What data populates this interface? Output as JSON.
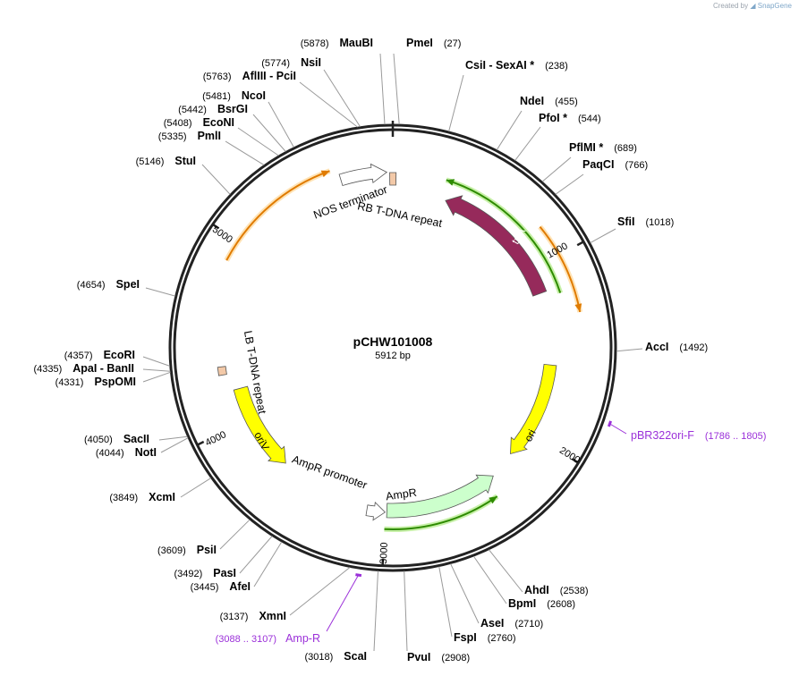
{
  "credit": {
    "prefix": "Created by",
    "brand": "SnapGene"
  },
  "plasmid": {
    "name": "pCHW101008",
    "size_label": "5912 bp",
    "length": 5912
  },
  "ticks": [
    {
      "pos": 1000,
      "label": "1000"
    },
    {
      "pos": 2000,
      "label": "2000"
    },
    {
      "pos": 3000,
      "label": "3000"
    },
    {
      "pos": 4000,
      "label": "4000"
    },
    {
      "pos": 5000,
      "label": "5000"
    }
  ],
  "sites": [
    {
      "name": "MauBI",
      "pos_label": "(5878)",
      "pos": 5878,
      "side": "left",
      "pos_first": true
    },
    {
      "name": "PmeI",
      "pos_label": "(27)",
      "pos": 27,
      "side": "right"
    },
    {
      "name": "CsiI  - SexAI *",
      "pos_label": "(238)",
      "pos": 238,
      "side": "right"
    },
    {
      "name": "NdeI",
      "pos_label": "(455)",
      "pos": 455,
      "side": "right"
    },
    {
      "name": "PfoI *",
      "pos_label": "(544)",
      "pos": 544,
      "side": "right"
    },
    {
      "name": "PflMI *",
      "pos_label": "(689)",
      "pos": 689,
      "side": "right"
    },
    {
      "name": "PaqCI",
      "pos_label": "(766)",
      "pos": 766,
      "side": "right"
    },
    {
      "name": "SfiI",
      "pos_label": "(1018)",
      "pos": 1018,
      "side": "right"
    },
    {
      "name": "AccI",
      "pos_label": "(1492)",
      "pos": 1492,
      "side": "right"
    },
    {
      "name": "AhdI",
      "pos_label": "(2538)",
      "pos": 2538,
      "side": "right"
    },
    {
      "name": "BpmI",
      "pos_label": "(2608)",
      "pos": 2608,
      "side": "right"
    },
    {
      "name": "AseI",
      "pos_label": "(2710)",
      "pos": 2710,
      "side": "right"
    },
    {
      "name": "FspI",
      "pos_label": "(2760)",
      "pos": 2760,
      "side": "right"
    },
    {
      "name": "PvuI",
      "pos_label": "(2908)",
      "pos": 2908,
      "side": "right"
    },
    {
      "name": "ScaI",
      "pos_label": "(3018)",
      "pos": 3018,
      "side": "left"
    },
    {
      "name": "XmnI",
      "pos_label": "(3137)",
      "pos": 3137,
      "side": "left"
    },
    {
      "name": "AfeI",
      "pos_label": "(3445)",
      "pos": 3445,
      "side": "left"
    },
    {
      "name": "PasI",
      "pos_label": "(3492)",
      "pos": 3492,
      "side": "left"
    },
    {
      "name": "PsiI",
      "pos_label": "(3609)",
      "pos": 3609,
      "side": "left"
    },
    {
      "name": "XcmI",
      "pos_label": "(3849)",
      "pos": 3849,
      "side": "left"
    },
    {
      "name": "NotI",
      "pos_label": "(4044)",
      "pos": 4044,
      "side": "left"
    },
    {
      "name": "SacII",
      "pos_label": "(4050)",
      "pos": 4050,
      "side": "left"
    },
    {
      "name": "PspOMI",
      "pos_label": "(4331)",
      "pos": 4331,
      "side": "left"
    },
    {
      "name": "ApaI  - BanII",
      "pos_label": "(4335)",
      "pos": 4335,
      "side": "left"
    },
    {
      "name": "EcoRI",
      "pos_label": "(4357)",
      "pos": 4357,
      "side": "left"
    },
    {
      "name": "SpeI",
      "pos_label": "(4654)",
      "pos": 4654,
      "side": "left"
    },
    {
      "name": "StuI",
      "pos_label": "(5146)",
      "pos": 5146,
      "side": "left"
    },
    {
      "name": "PmlI",
      "pos_label": "(5335)",
      "pos": 5335,
      "side": "left"
    },
    {
      "name": "EcoNI",
      "pos_label": "(5408)",
      "pos": 5408,
      "side": "left"
    },
    {
      "name": "BsrGI",
      "pos_label": "(5442)",
      "pos": 5442,
      "side": "left"
    },
    {
      "name": "NcoI",
      "pos_label": "(5481)",
      "pos": 5481,
      "side": "left"
    },
    {
      "name": "AflIII  - PciI",
      "pos_label": "(5763)",
      "pos": 5763,
      "side": "left"
    },
    {
      "name": "NsiI",
      "pos_label": "(5774)",
      "pos": 5774,
      "side": "left"
    }
  ],
  "primers": [
    {
      "name": "pBR322ori-F",
      "range_label": "(1786 .. 1805)",
      "pos": 1795,
      "color": "#9b30d9"
    },
    {
      "name": "Amp-R",
      "range_label": "(3088 .. 3107)",
      "pos": 3097,
      "color": "#9b30d9"
    }
  ],
  "features": [
    {
      "name": "trfA",
      "start": 323,
      "end": 1145,
      "strand": -1,
      "color": "#962a5b"
    },
    {
      "name": "ori",
      "start": 1580,
      "end": 2168,
      "strand": 1,
      "color": "#ffff00"
    },
    {
      "name": "AmpR",
      "start": 2330,
      "end": 2990,
      "strand": -1,
      "color": "#ccffcc"
    },
    {
      "name": "AmpR promoter",
      "start": 3000,
      "end": 3105,
      "strand": -1,
      "color": "#ffffff"
    },
    {
      "name": "oriV",
      "start": 3660,
      "end": 4190,
      "strand": -1,
      "color": "#ffff00"
    },
    {
      "name": "LB T-DNA repeat",
      "start": 4285,
      "end": 4310,
      "strand": 1,
      "color": "#f3c9a8"
    },
    {
      "name": "NOS terminator",
      "start": 5630,
      "end": 5880,
      "strand": 1,
      "color": "#ffffff"
    },
    {
      "name": "RB T-DNA repeat",
      "start": 5895,
      "end": 5910,
      "strand": 1,
      "color": "#f3c9a8"
    }
  ],
  "orfs": [
    {
      "start": 290,
      "end": 1180,
      "strand": -1,
      "color": "#2e8b00"
    },
    {
      "start": 830,
      "end": 1300,
      "strand": 1,
      "color": "#e07b00"
    },
    {
      "start": 4890,
      "end": 5590,
      "strand": 1,
      "color": "#e07b00"
    },
    {
      "start": 2380,
      "end": 3000,
      "strand": -1,
      "color": "#2e8b00"
    }
  ]
}
